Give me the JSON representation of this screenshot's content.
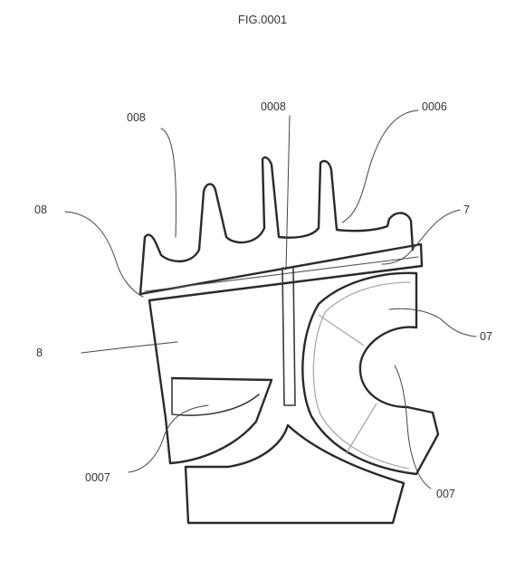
{
  "figure": {
    "title": "FIG.0001",
    "labels": {
      "l008": "008",
      "l0008": "0008",
      "l0006": "0006",
      "l08": "08",
      "l7": "7",
      "l8": "8",
      "l07": "07",
      "l0007": "0007",
      "l007": "007"
    }
  },
  "colors": {
    "line": "#2a2a2a",
    "text": "#333333",
    "inner_stroke": "#aaaaaa"
  }
}
